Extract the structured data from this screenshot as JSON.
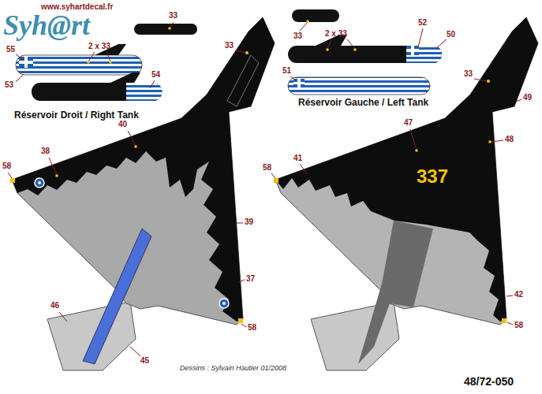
{
  "diagram": {
    "labels": [
      "www.syhartdecal.fr",
      "Syh@rt",
      "33",
      "2 x 33",
      "55",
      "53",
      "54",
      "Réservoir Droit / Right Tank",
      "33",
      "40",
      "38",
      "58",
      "39",
      "37",
      "58",
      "46",
      "45",
      "33",
      "2 x 33",
      "52",
      "50",
      "51",
      "Réservoir Gauche / Left Tank",
      "33",
      "49",
      "48",
      "47",
      "337",
      "58",
      "41",
      "42",
      "58",
      "Dessins : Sylvain Hautier 01/2008",
      "48/72-050"
    ]
  }
}
